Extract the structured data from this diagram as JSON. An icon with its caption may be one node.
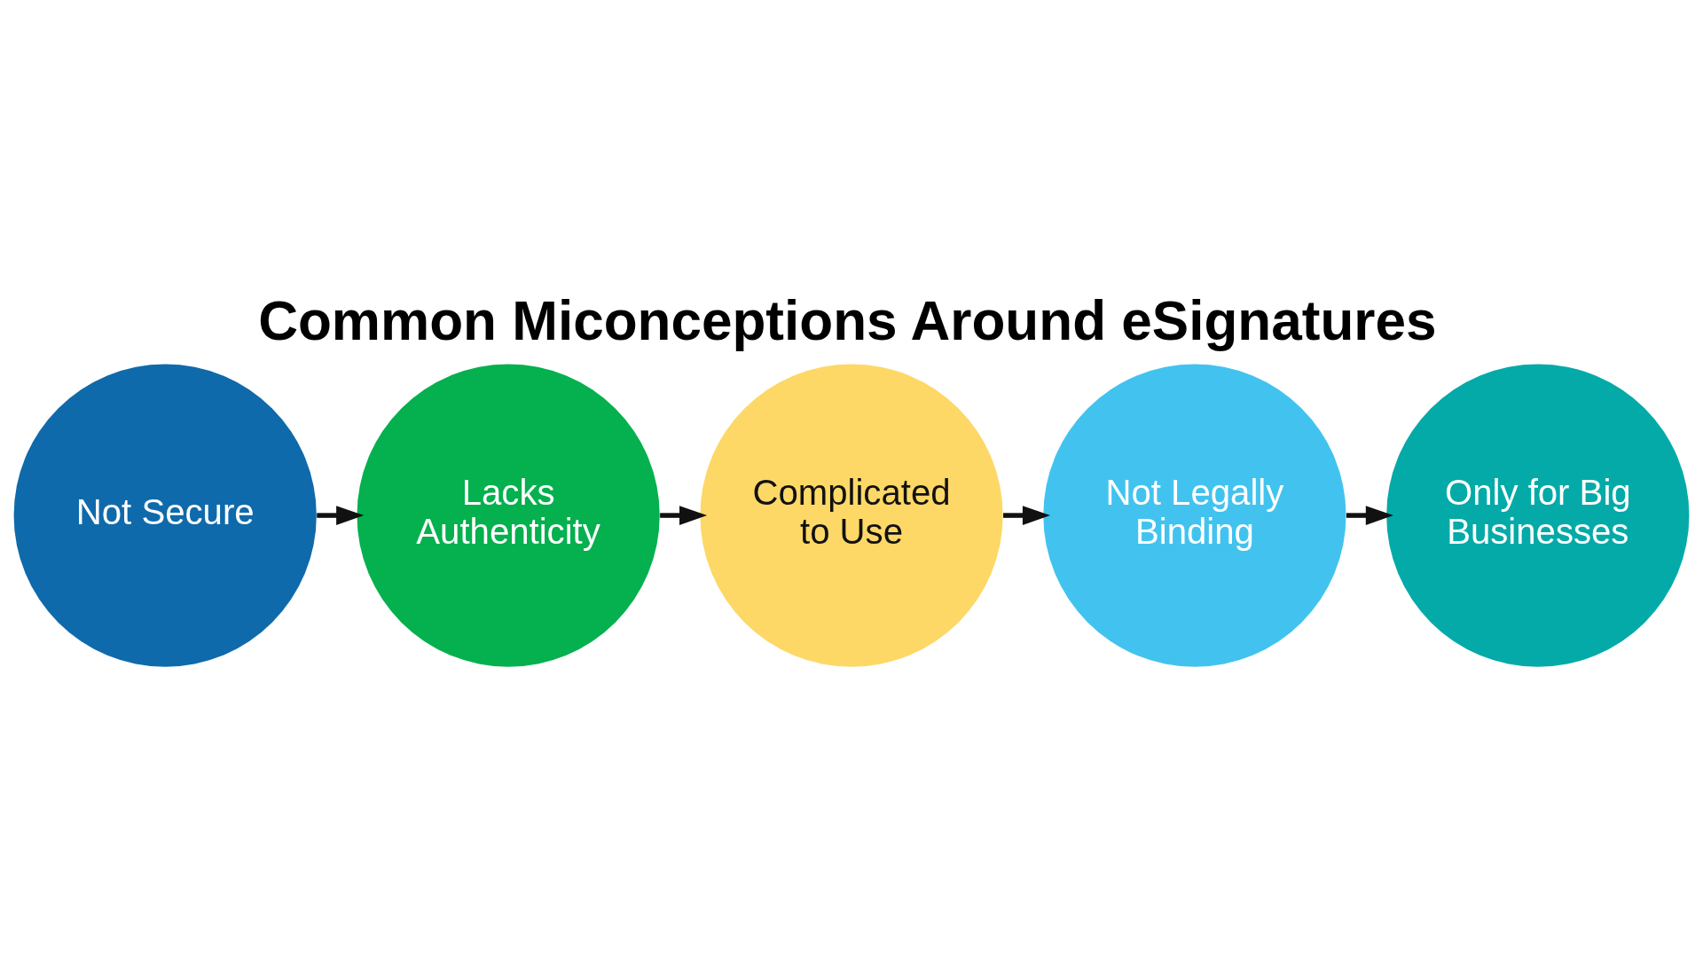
{
  "diagram": {
    "title": "Common Miconceptions Around eSignatures",
    "nodes": [
      {
        "text": [
          "Not Secure"
        ]
      },
      {
        "text": [
          "Lacks Authenticity"
        ]
      },
      {
        "text": [
          "Complicated to Use"
        ]
      },
      {
        "text": [
          "Not Legally Binding"
        ]
      },
      {
        "text": [
          "Only for Big Businesses"
        ]
      }
    ],
    "edges": [
      {
        "from": 0,
        "to": 1,
        "arrow": "to"
      },
      {
        "from": 1,
        "to": 2,
        "arrow": "to"
      },
      {
        "from": 2,
        "to": 3,
        "arrow": "to"
      },
      {
        "from": 3,
        "to": 4,
        "arrow": "to"
      }
    ]
  }
}
